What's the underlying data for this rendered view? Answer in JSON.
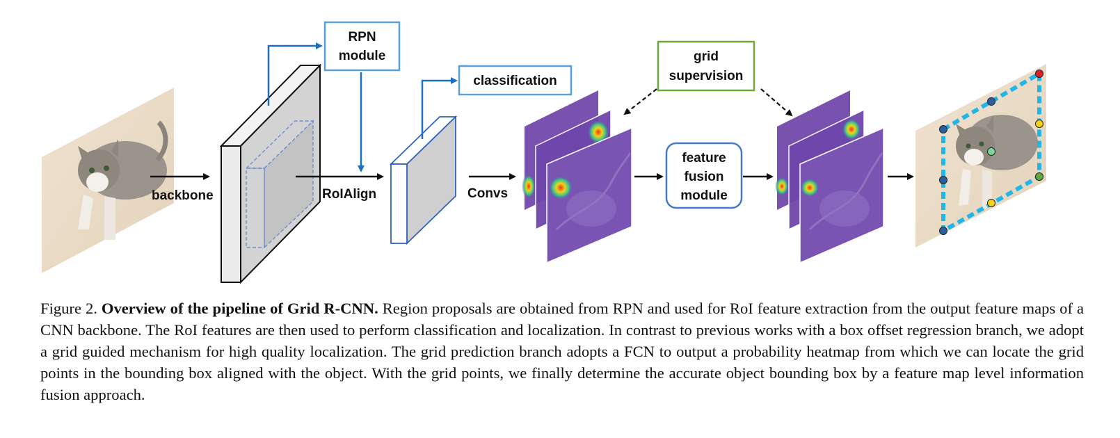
{
  "diagram": {
    "labels": {
      "backbone": "backbone",
      "roialign": "RoIAlign",
      "convs": "Convs"
    },
    "boxes": {
      "rpn": [
        "RPN",
        "module"
      ],
      "classification": [
        "classification"
      ],
      "grid_supervision": [
        "grid",
        "supervision"
      ],
      "feature_fusion": [
        "feature",
        "fusion",
        "module"
      ]
    },
    "colors": {
      "rpn_box": "#5aa0d8",
      "classification_box": "#5aa0d8",
      "grid_box": "#6aaa3a",
      "fusion_box": "#4a78c8",
      "arrow_blue": "#1f6fbf",
      "heatmap_purple": "#6a3fa6",
      "grid_dash": "#22b5e8"
    }
  },
  "caption": {
    "figure_number": "Figure 2.",
    "title": "Overview of the pipeline of Grid R-CNN.",
    "body": "Region proposals are obtained from RPN and used for RoI feature extraction from the output feature maps of a CNN backbone. The RoI features are then used to perform classification and localization. In contrast to previous works with a box offset regression branch, we adopt a grid guided mechanism for high quality localization. The grid prediction branch adopts a FCN to output a probability heatmap from which we can locate the grid points in the bounding box aligned with the object. With the grid points, we finally determine the accurate object bounding box by a feature map level information fusion approach."
  }
}
